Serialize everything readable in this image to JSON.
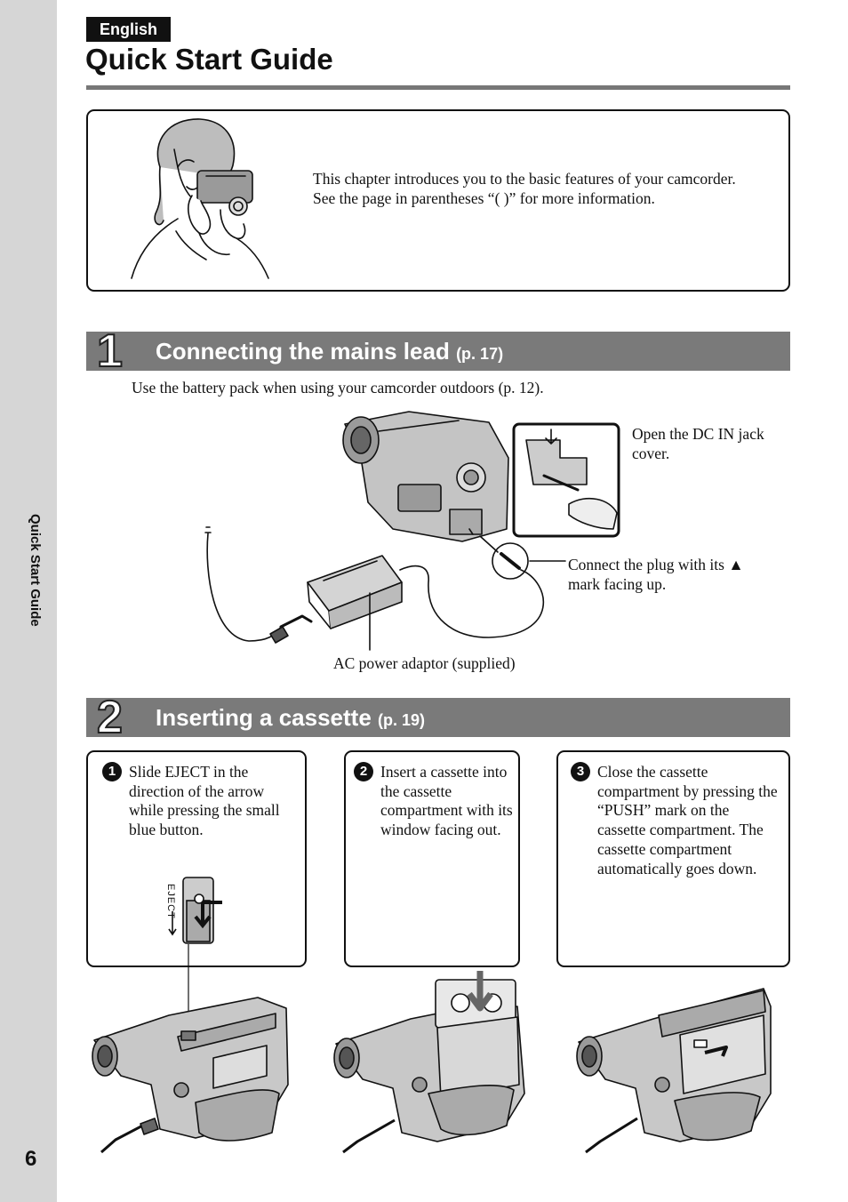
{
  "sidebar": {
    "label": "Quick Start Guide",
    "page_number": "6"
  },
  "header": {
    "language": "English",
    "title": "Quick Start Guide"
  },
  "intro": {
    "text": "This chapter introduces you to the basic features of your camcorder. See the page in parentheses “(    )” for more information."
  },
  "section1": {
    "number": "1",
    "title": "Connecting the mains lead",
    "page_ref": "(p. 17)",
    "note": "Use the battery pack when using your camcorder outdoors (p. 12).",
    "callout_dc_in": "Open the DC IN jack cover.",
    "callout_plug": "Connect the plug with its ▲ mark facing up.",
    "callout_adaptor": "AC power adaptor (supplied)"
  },
  "section2": {
    "number": "2",
    "title": "Inserting a cassette",
    "page_ref": "(p. 19)",
    "steps": [
      {
        "num": "1",
        "text": "Slide EJECT in the direction of the arrow while pressing the small blue button."
      },
      {
        "num": "2",
        "text": "Insert a cassette into the cassette compartment with its window facing out."
      },
      {
        "num": "3",
        "text": "Close the cassette compartment by pressing the “PUSH” mark on the cassette compartment. The cassette compartment automatically goes down."
      }
    ],
    "eject_label": "EJECT"
  }
}
